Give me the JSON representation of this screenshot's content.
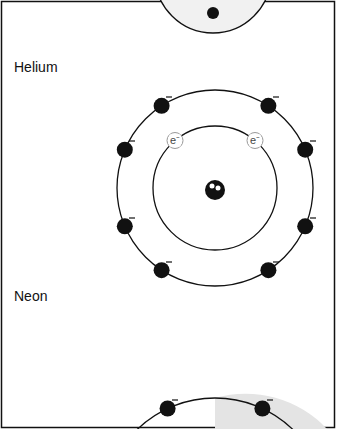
{
  "diagram": {
    "labels": [
      "Helium",
      "e⁻",
      "e⁻",
      "Neon"
    ]
  }
}
